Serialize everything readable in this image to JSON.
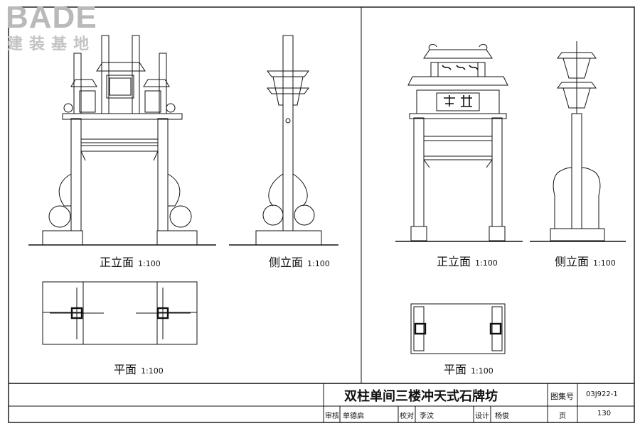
{
  "watermark": {
    "brand": "BADE",
    "subtitle": "建装基地"
  },
  "left_group": {
    "front": {
      "name": "正立面",
      "scale": "1:100"
    },
    "side": {
      "name": "侧立面",
      "scale": "1:100"
    },
    "plan": {
      "name": "平面",
      "scale": "1:100"
    }
  },
  "right_group": {
    "front": {
      "name": "正立面",
      "scale": "1:100"
    },
    "side": {
      "name": "侧立面",
      "scale": "1:100"
    },
    "plan": {
      "name": "平面",
      "scale": "1:100"
    }
  },
  "title_block": {
    "title": "双柱单间三楼冲天式石牌坊",
    "atlas_label": "图集号",
    "atlas_value": "03J922-1",
    "review_label": "审核",
    "reviewer": "单德启",
    "check_label": "校对",
    "checker": "李汶",
    "design_label": "设计",
    "designer": "杨俊",
    "page_label": "页",
    "page_value": "130"
  },
  "colors": {
    "ink": "#111111",
    "watermark": "#b9b9b9"
  }
}
